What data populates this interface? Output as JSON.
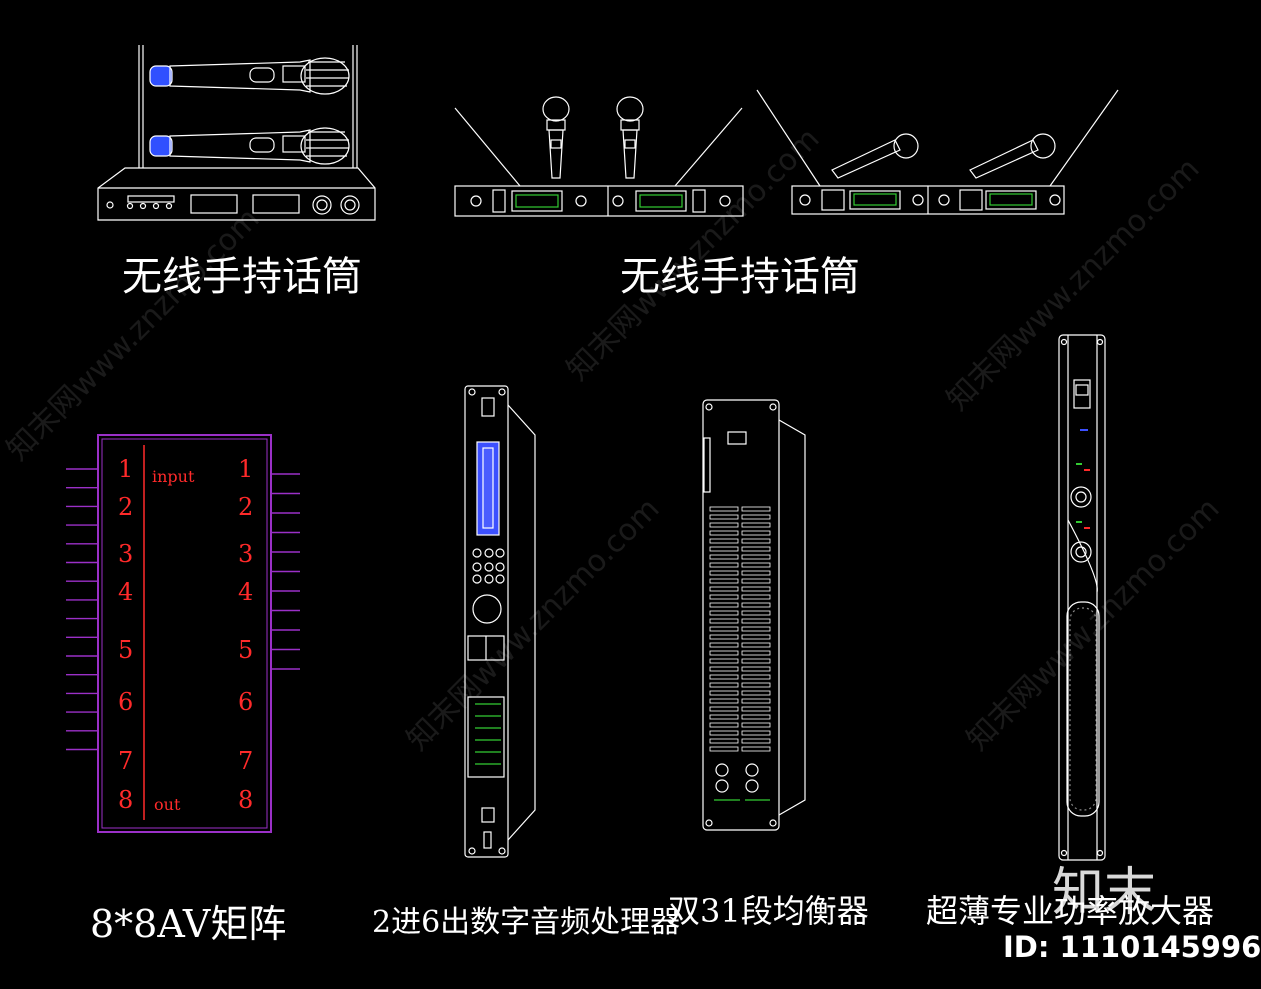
{
  "captions": {
    "mic1": "无线手持话筒",
    "mic2": "无线手持话筒",
    "matrix": "8*8AV矩阵",
    "processor": "2进6出数字音频处理器",
    "eq": "双31段均衡器",
    "amp": "超薄专业功率放大器"
  },
  "matrix": {
    "input_label": "input",
    "output_label": "out",
    "left_numbers": [
      "1",
      "2",
      "3",
      "4",
      "5",
      "6",
      "7",
      "8"
    ],
    "right_numbers": [
      "1",
      "2",
      "3",
      "4",
      "5",
      "6",
      "7",
      "8"
    ]
  },
  "watermark": {
    "logo_text": "知末",
    "id_text": "ID: 1110145996",
    "site_text": "知末网www.znzmo.com"
  },
  "colors": {
    "background": "#000000",
    "line": "#ffffff",
    "matrix_border": "#9b30c8",
    "matrix_text": "#ff2a2a",
    "display_blue": "#3c50ff",
    "display_green": "#33cc33"
  }
}
